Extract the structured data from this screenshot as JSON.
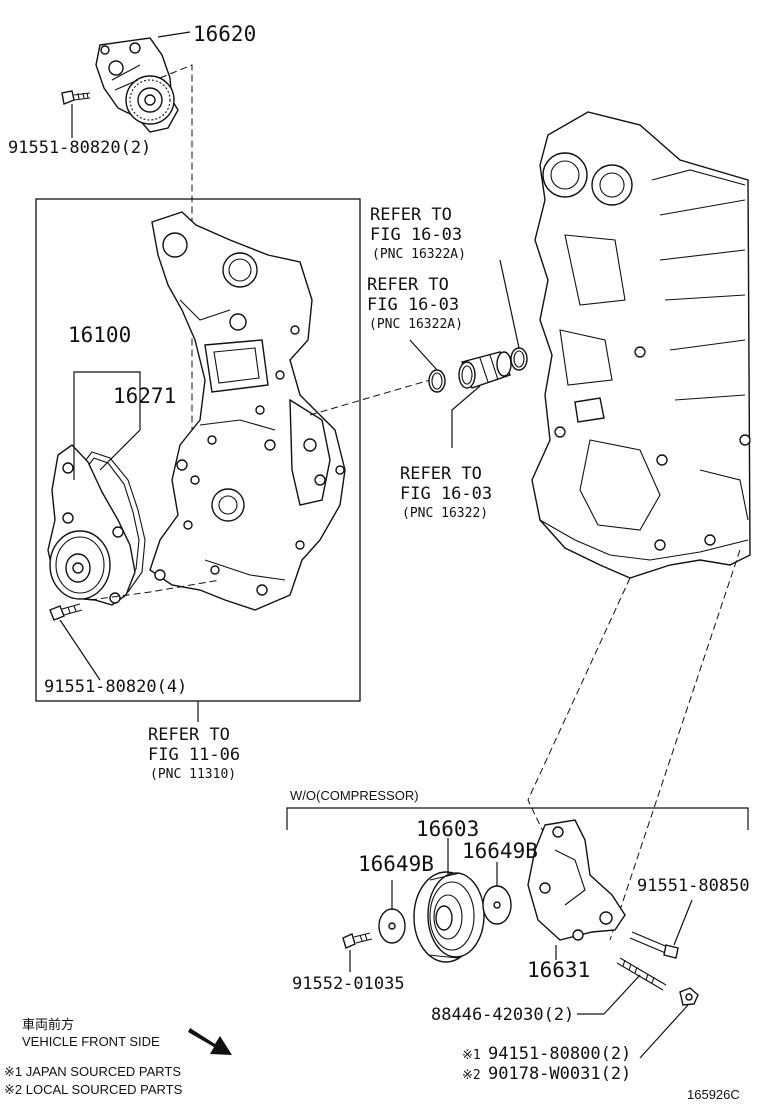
{
  "parts": {
    "tensioner": "16620",
    "tensioner_bolt": "91551-80820(2)",
    "pump_assy": "16100",
    "gasket": "16271",
    "pump_bolt": "91551-80820(4)",
    "idler_pulley": "16603",
    "cover_left": "16649B",
    "cover_right": "16649B",
    "bracket": "16631",
    "bolt_a": "91551-80850",
    "bolt_b": "91552-01035",
    "stud": "88446-42030(2)",
    "nut_1": "94151-80800(2)",
    "nut_2": "90178-W0031(2)"
  },
  "refs": {
    "ref1": {
      "l1": "REFER TO",
      "l2": "FIG 16-03",
      "l3": "(PNC 16322A)"
    },
    "ref2": {
      "l1": "REFER TO",
      "l2": "FIG 16-03",
      "l3": "(PNC 16322A)"
    },
    "ref3": {
      "l1": "REFER TO",
      "l2": "FIG 16-03",
      "l3": "(PNC 16322)"
    },
    "ref4": {
      "l1": "REFER TO",
      "l2": "FIG 11-06",
      "l3": "(PNC 11310)"
    }
  },
  "group_label": "W/O(COMPRESSOR)",
  "mark_1": "※1",
  "mark_2": "※2",
  "legend": {
    "front_jp": "車両前方",
    "front_en": "VEHICLE FRONT SIDE",
    "note1": "※1 JAPAN SOURCED PARTS",
    "note2": "※2 LOCAL SOURCED PARTS"
  },
  "figure_id": "165926C"
}
